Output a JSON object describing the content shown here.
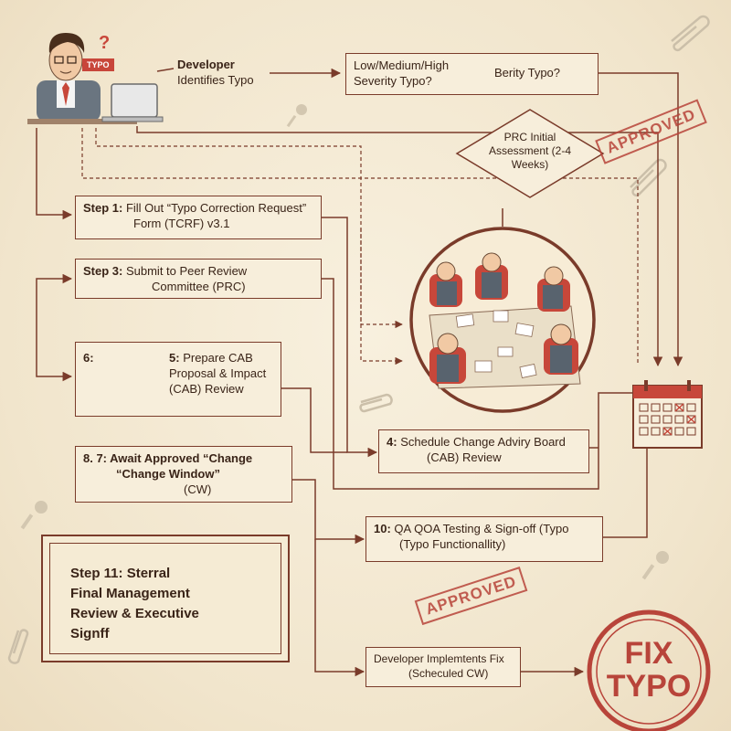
{
  "colors": {
    "ink": "#7a3b2a",
    "stamp_red": "#b8443a",
    "background": "#f4ead6",
    "text": "#3a2418"
  },
  "icons": [
    "developer-avatar-icon",
    "laptop-icon",
    "calendar-icon",
    "rubber-stamp-icon",
    "paperclip-icon",
    "pushpin-icon",
    "meeting-board-icon"
  ],
  "developer": {
    "tag": "TYPO",
    "question": "?",
    "label_line1": "Developer",
    "label_line2": "Identifies Typo"
  },
  "severity": {
    "line1": "Low/Medium/High",
    "line2": "Severity Typo?",
    "right": "Berity Typo?"
  },
  "prc_assessment": {
    "line1": "PRC Initial",
    "line2": "Assessment",
    "line3": "(2-4 Weeks)"
  },
  "stamps": {
    "approved_top": "APPROVED",
    "approved_bottom": "APPROVED"
  },
  "step1": {
    "prefix": "Step 1:",
    "line1": "Fill Out “Typo Correction Request”",
    "line2": "Form (TCRF) v3.1"
  },
  "step3": {
    "prefix": "Step 3:",
    "line1": "Submit to Peer Review",
    "line2": "Committee (PRC)"
  },
  "step5": {
    "num_left": "6:",
    "prefix": "5:",
    "line1": "Prepare CAB",
    "line2": "Proposal & Impact",
    "line3": "(CAB) Review"
  },
  "step4": {
    "prefix": "4:",
    "line1": "Schedule Change Adviry Board",
    "line2": "(CAB) Review"
  },
  "step7": {
    "line1": "8. 7: Await Approved “Change",
    "line2": "“Change Window”",
    "line3": "(CW)"
  },
  "step10": {
    "prefix": "10:",
    "line1": "QA QOA Testing & Sign-off (Typo",
    "line2": "(Typo Functionallity)"
  },
  "step11": {
    "line1": "Step 11: Sterral",
    "line2": "Final Management",
    "line3": "Review & Executive",
    "line4": "Signff"
  },
  "implement": {
    "line1": "Developer Implemtents Fix",
    "line2": "(Scheculed CW)"
  },
  "final": {
    "line1": "FIX",
    "line2": "TYPO"
  }
}
